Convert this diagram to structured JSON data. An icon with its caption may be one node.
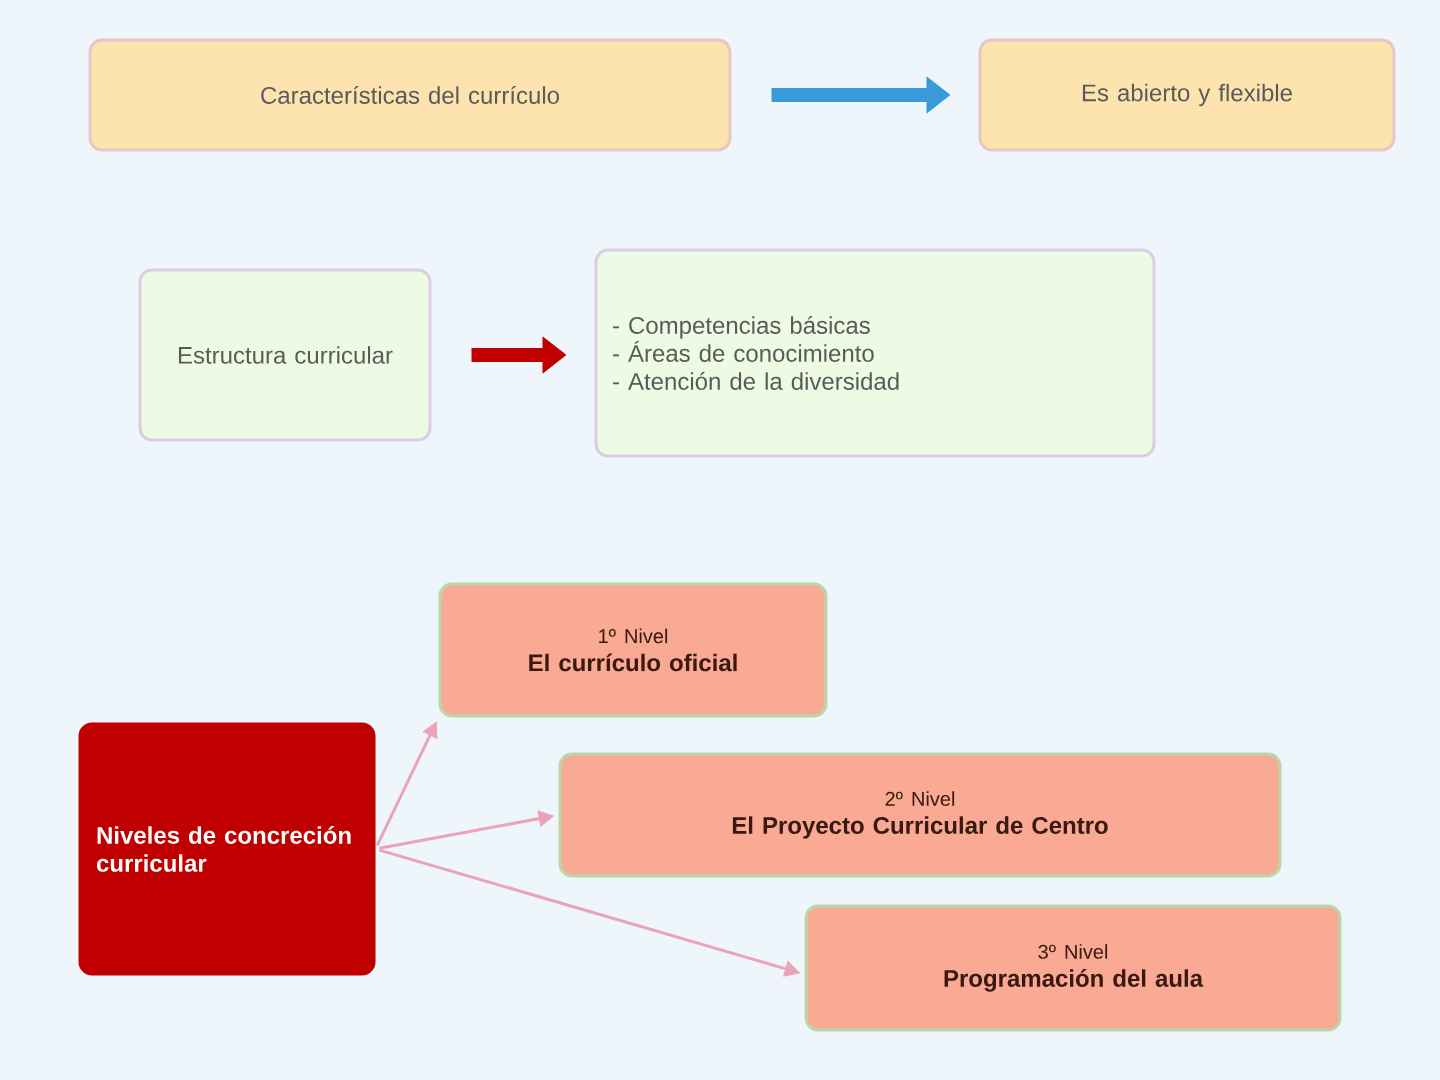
{
  "diagram": {
    "nodes": [
      {
        "text": [
          "Características del currículo"
        ]
      },
      {
        "text": [
          "Es abierto y flexible"
        ]
      },
      {
        "text": [
          "Estructura curricular"
        ]
      },
      {
        "text": [
          "- Competencias básicas",
          "- Áreas de conocimiento",
          "- Atención de la diversidad"
        ]
      },
      {
        "text": [
          "Niveles de concreción curricular"
        ]
      },
      {
        "text": [
          "1º Nivel",
          "El currículo oficial"
        ]
      },
      {
        "text": [
          "2º Nivel",
          "El Proyecto Curricular  de Centro"
        ]
      },
      {
        "text": [
          "3º Nivel",
          "Programación del aula"
        ]
      }
    ],
    "edges": [
      {
        "from": 0,
        "to": 1,
        "arrow": "to",
        "style": "thick",
        "color": "#3a9ad9"
      },
      {
        "from": 2,
        "to": 3,
        "arrow": "to",
        "style": "thick",
        "color": "#c00000"
      },
      {
        "from": 4,
        "to": 5,
        "arrow": "to"
      },
      {
        "from": 4,
        "to": 6,
        "arrow": "to"
      },
      {
        "from": 4,
        "to": 7,
        "arrow": "to"
      }
    ]
  }
}
